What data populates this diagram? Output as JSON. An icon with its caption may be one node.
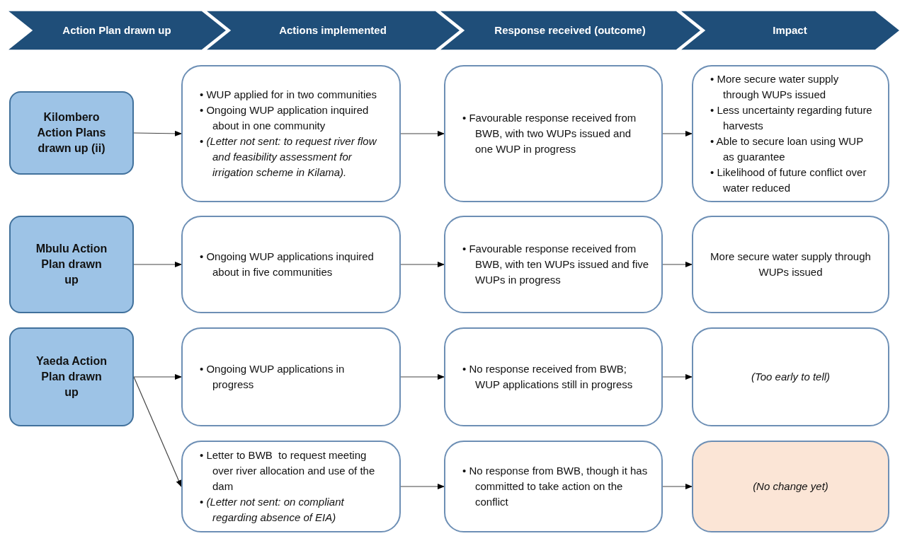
{
  "diagram": {
    "nodes": [
      {
        "text": [
          "Action Plan drawn up"
        ]
      },
      {
        "text": [
          "Actions implemented"
        ]
      },
      {
        "text": [
          "Response received (outcome)"
        ]
      },
      {
        "text": [
          "Impact"
        ]
      },
      {
        "text": [
          "Kilombero Action Plans drawn up (ii)"
        ]
      },
      {
        "text": [
          "• WUP applied for in two communities",
          "• Ongoing WUP application inquired about in one community",
          "• *(Letter not sent: to request river flow and feasibility assessment for irrigation scheme in Kilama).*"
        ]
      },
      {
        "text": [
          "• Favourable response received from BWB, with two WUPs issued and one WUP in progress"
        ]
      },
      {
        "text": [
          "• More secure water supply through WUPs issued",
          "• Less uncertainty regarding future harvests",
          "• Able to secure loan using WUP as guarantee",
          "• Likelihood of future conflict over water reduced"
        ]
      },
      {
        "text": [
          "Mbulu Action Plan drawn up"
        ]
      },
      {
        "text": [
          "• Ongoing WUP applications inquired about in five communities"
        ]
      },
      {
        "text": [
          "• Favourable response received from BWB, with ten WUPs issued and five WUPs in progress"
        ]
      },
      {
        "text": [
          "More secure water supply through WUPs issued"
        ]
      },
      {
        "text": [
          "Yaeda Action Plan drawn up"
        ]
      },
      {
        "text": [
          "• Ongoing WUP applications in progress"
        ]
      },
      {
        "text": [
          "• No response received from BWB; WUP applications still in progress"
        ]
      },
      {
        "text": [
          "*(Too early to tell)*"
        ]
      },
      {
        "text": [
          "• Letter to BWB  to request meeting over river allocation and use of the dam",
          "• *(Letter not sent: on compliant regarding absence of EIA)*"
        ]
      },
      {
        "text": [
          "• No response from BWB, though it has committed to take action on the conflict"
        ]
      },
      {
        "text": [
          "*(No change yet)*"
        ]
      }
    ],
    "edges": [
      {
        "from": 4,
        "to": 5,
        "arrow": "to"
      },
      {
        "from": 5,
        "to": 6,
        "arrow": "to"
      },
      {
        "from": 6,
        "to": 7,
        "arrow": "to"
      },
      {
        "from": 8,
        "to": 9,
        "arrow": "to"
      },
      {
        "from": 9,
        "to": 10,
        "arrow": "to"
      },
      {
        "from": 10,
        "to": 11,
        "arrow": "to"
      },
      {
        "from": 12,
        "to": 13,
        "arrow": "to"
      },
      {
        "from": 13,
        "to": 14,
        "arrow": "to"
      },
      {
        "from": 14,
        "to": 15,
        "arrow": "to"
      },
      {
        "from": 12,
        "to": 16,
        "arrow": "to"
      },
      {
        "from": 16,
        "to": 17,
        "arrow": "to"
      },
      {
        "from": 17,
        "to": 18,
        "arrow": "to"
      }
    ]
  }
}
